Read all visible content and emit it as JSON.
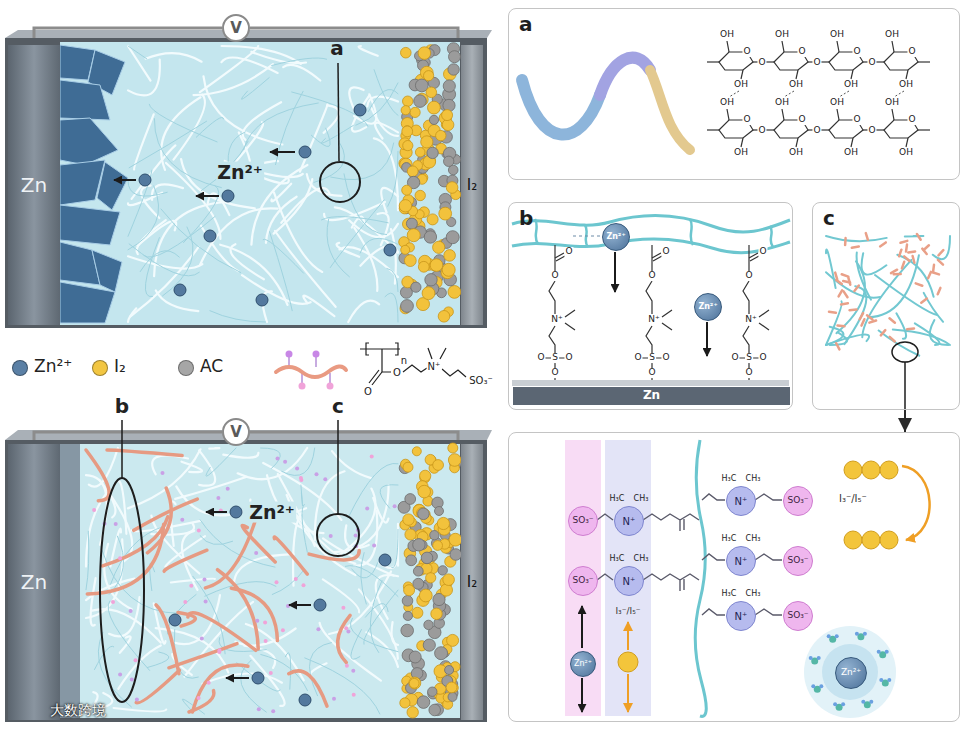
{
  "diagram": {
    "nodes": [
      {
        "text": [
          "Zn"
        ]
      },
      {
        "text": [
          "I₂"
        ]
      },
      {
        "text": [
          "V"
        ]
      },
      {
        "text": [
          "Zn"
        ]
      },
      {
        "text": [
          "I₂"
        ]
      },
      {
        "text": [
          "V"
        ]
      },
      {
        "text": [
          "a"
        ]
      },
      {
        "text": [
          "b"
        ]
      },
      {
        "text": [
          "Zn"
        ],
        "in": 7
      },
      {
        "text": [
          "Zn²⁺"
        ],
        "in": 7
      },
      {
        "text": [
          "Zn²⁺"
        ],
        "in": 7
      },
      {
        "text": [
          "c"
        ]
      },
      {
        "text": [
          "I₃⁻/I₅⁻"
        ]
      },
      {
        "text": [
          "SO₃⁻"
        ],
        "in": 12
      },
      {
        "text": [
          "N⁺"
        ],
        "in": 12
      },
      {
        "text": [
          "SO₃⁻"
        ],
        "in": 12
      },
      {
        "text": [
          "N⁺"
        ],
        "in": 12
      },
      {
        "text": [
          "Zn²⁺"
        ],
        "in": 12
      },
      {
        "text": [
          "N⁺"
        ],
        "in": 12
      },
      {
        "text": [
          "SO₃⁻"
        ],
        "in": 12
      },
      {
        "text": [
          "N⁺"
        ],
        "in": 12
      },
      {
        "text": [
          "SO₃⁻"
        ],
        "in": 12
      },
      {
        "text": [
          "N⁺"
        ],
        "in": 12
      },
      {
        "text": [
          "SO₃⁻"
        ],
        "in": 12
      },
      {
        "text": [
          "Zn²⁺"
        ],
        "in": 12
      }
    ],
    "edges": [
      {
        "from": 11,
        "to": 12,
        "arrow": "to"
      }
    ],
    "labels": [
      "a",
      "Zn²⁺",
      "b",
      "c",
      "Zn²⁺",
      "n",
      "O",
      "O",
      "N⁺",
      "SO₃⁻",
      "O",
      "O",
      "N⁺",
      "O",
      "S",
      "O",
      "O",
      "O",
      "O",
      "N⁺",
      "O",
      "S",
      "O",
      "O",
      "O",
      "O",
      "N⁺",
      "O",
      "S",
      "O",
      "O",
      "H₃C",
      "CH₃",
      "H₃C",
      "CH₃",
      "H₃C",
      "CH₃",
      "H₃C",
      "CH₃",
      "H₃C",
      "CH₃",
      "I₃⁻/I₅⁻",
      "O",
      "OH",
      "OH",
      "O",
      "OH",
      "OH",
      "O",
      "OH",
      "OH",
      "O",
      "OH",
      "OH",
      "O",
      "OH",
      "OH",
      "O",
      "OH",
      "OH",
      "O",
      "OH",
      "OH",
      "O",
      "OH",
      "OH",
      "O",
      "O",
      "O",
      "O",
      "O",
      "O",
      "大数跨境"
    ],
    "legend": [
      {
        "text": "Zn²⁺",
        "color": "#5b80a5"
      },
      {
        "text": "I₂",
        "color": "#f2c642"
      },
      {
        "text": "AC",
        "color": "#a6a6a6"
      }
    ]
  }
}
